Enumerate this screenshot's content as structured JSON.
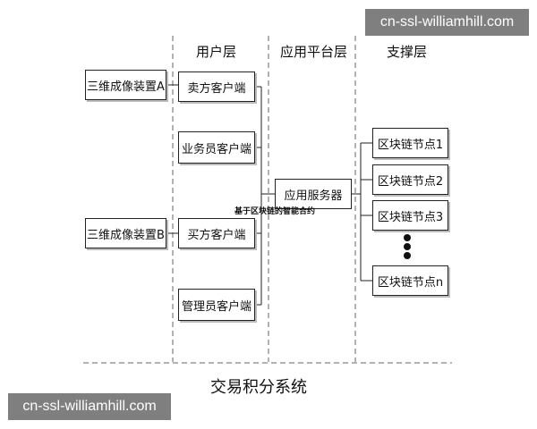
{
  "headers": {
    "user_layer": "用户层",
    "app_layer": "应用平台层",
    "support_layer": "支撑层"
  },
  "devices": {
    "a": "三维成像装置A",
    "b": "三维成像装置B"
  },
  "clients": {
    "seller": "卖方客户端",
    "salesman": "业务员客户端",
    "buyer": "买方客户端",
    "admin": "管理员客户端"
  },
  "server": "应用服务器",
  "smart_contract_label": "基于区块链的智能合约",
  "nodes": {
    "n1": "区块链节点1",
    "n2": "区块链节点2",
    "n3": "区块链节点3",
    "nn": "区块链节点n"
  },
  "system_caption": "交易积分系统",
  "watermark": {
    "top": "cn-ssl-williamhill.com",
    "bottom": "cn-ssl-williamhill.com"
  },
  "colors": {
    "line": "#222222",
    "watermark_bg": "#7f7f7f",
    "watermark_text": "#ffffff"
  }
}
